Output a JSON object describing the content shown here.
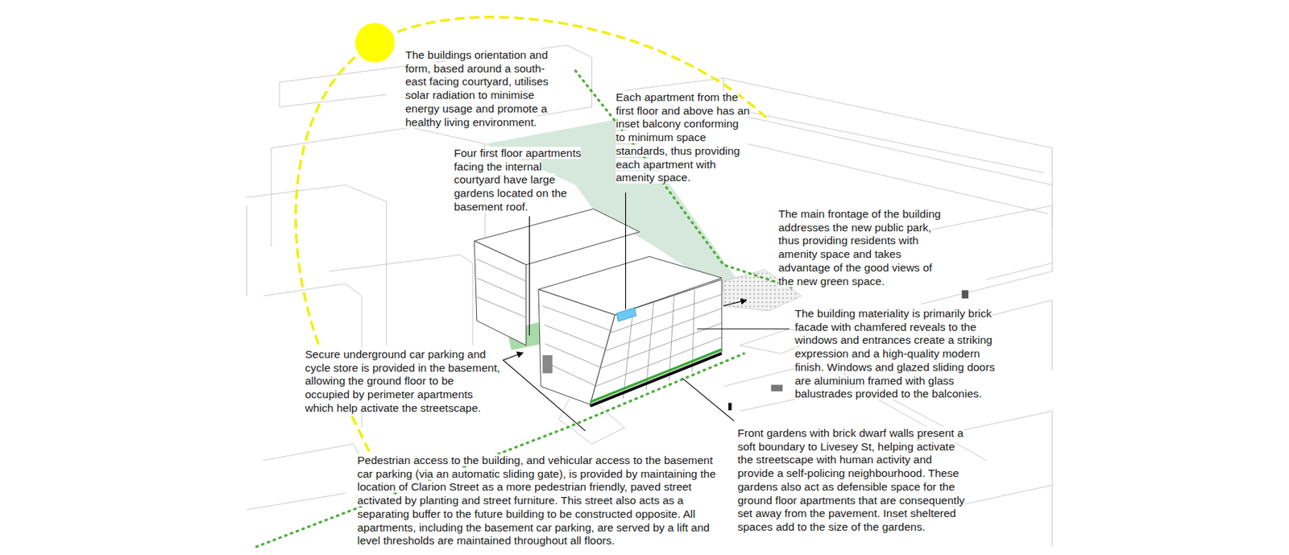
{
  "diagram": {
    "labels": [
      "The buildings orientation and form, based around a south-east facing courtyard, utilises solar radiation to minimise energy usage and promote a healthy living environment.",
      "Four first floor apartments facing the internal courtyard have large gardens located on the basement roof.",
      "Each apartment from the first floor and above has an inset balcony conforming to minimum space standards, thus providing each apartment with amenity space.",
      "The main frontage of the building addresses the new public park, thus providing residents with amenity space and takes advantage of the good views of the new green space.",
      "The building materiality is primarily brick facade with chamfered reveals to the windows and entrances create a striking expression and a high-quality modern finish. Windows and glazed sliding doors are aluminium framed with glass balustrades provided to the balconies.",
      "Secure underground car parking and cycle store is provided in the basement, allowing the ground floor to be occupied by perimeter apartments which help activate the streetscape.",
      "Pedestrian access to the building, and vehicular access to the basement car parking (via an automatic sliding gate), is provided by maintaining the location of Clarion Street as a more pedestrian friendly, paved street activated by planting and street furniture. This street also acts as a separating buffer to the future building to be constructed opposite. All apartments, including the basement car parking, are served by a lift and level thresholds are maintained throughout all floors.",
      "Front gardens with brick dwarf walls present a soft boundary to Livesey St, helping activate the streetscape with human activity and provide a self-policing neighbourhood. These gardens also act as defensible space for the ground floor apartments that are consequently set away from the pavement. Inset sheltered spaces add to the size of the gardens."
    ]
  }
}
